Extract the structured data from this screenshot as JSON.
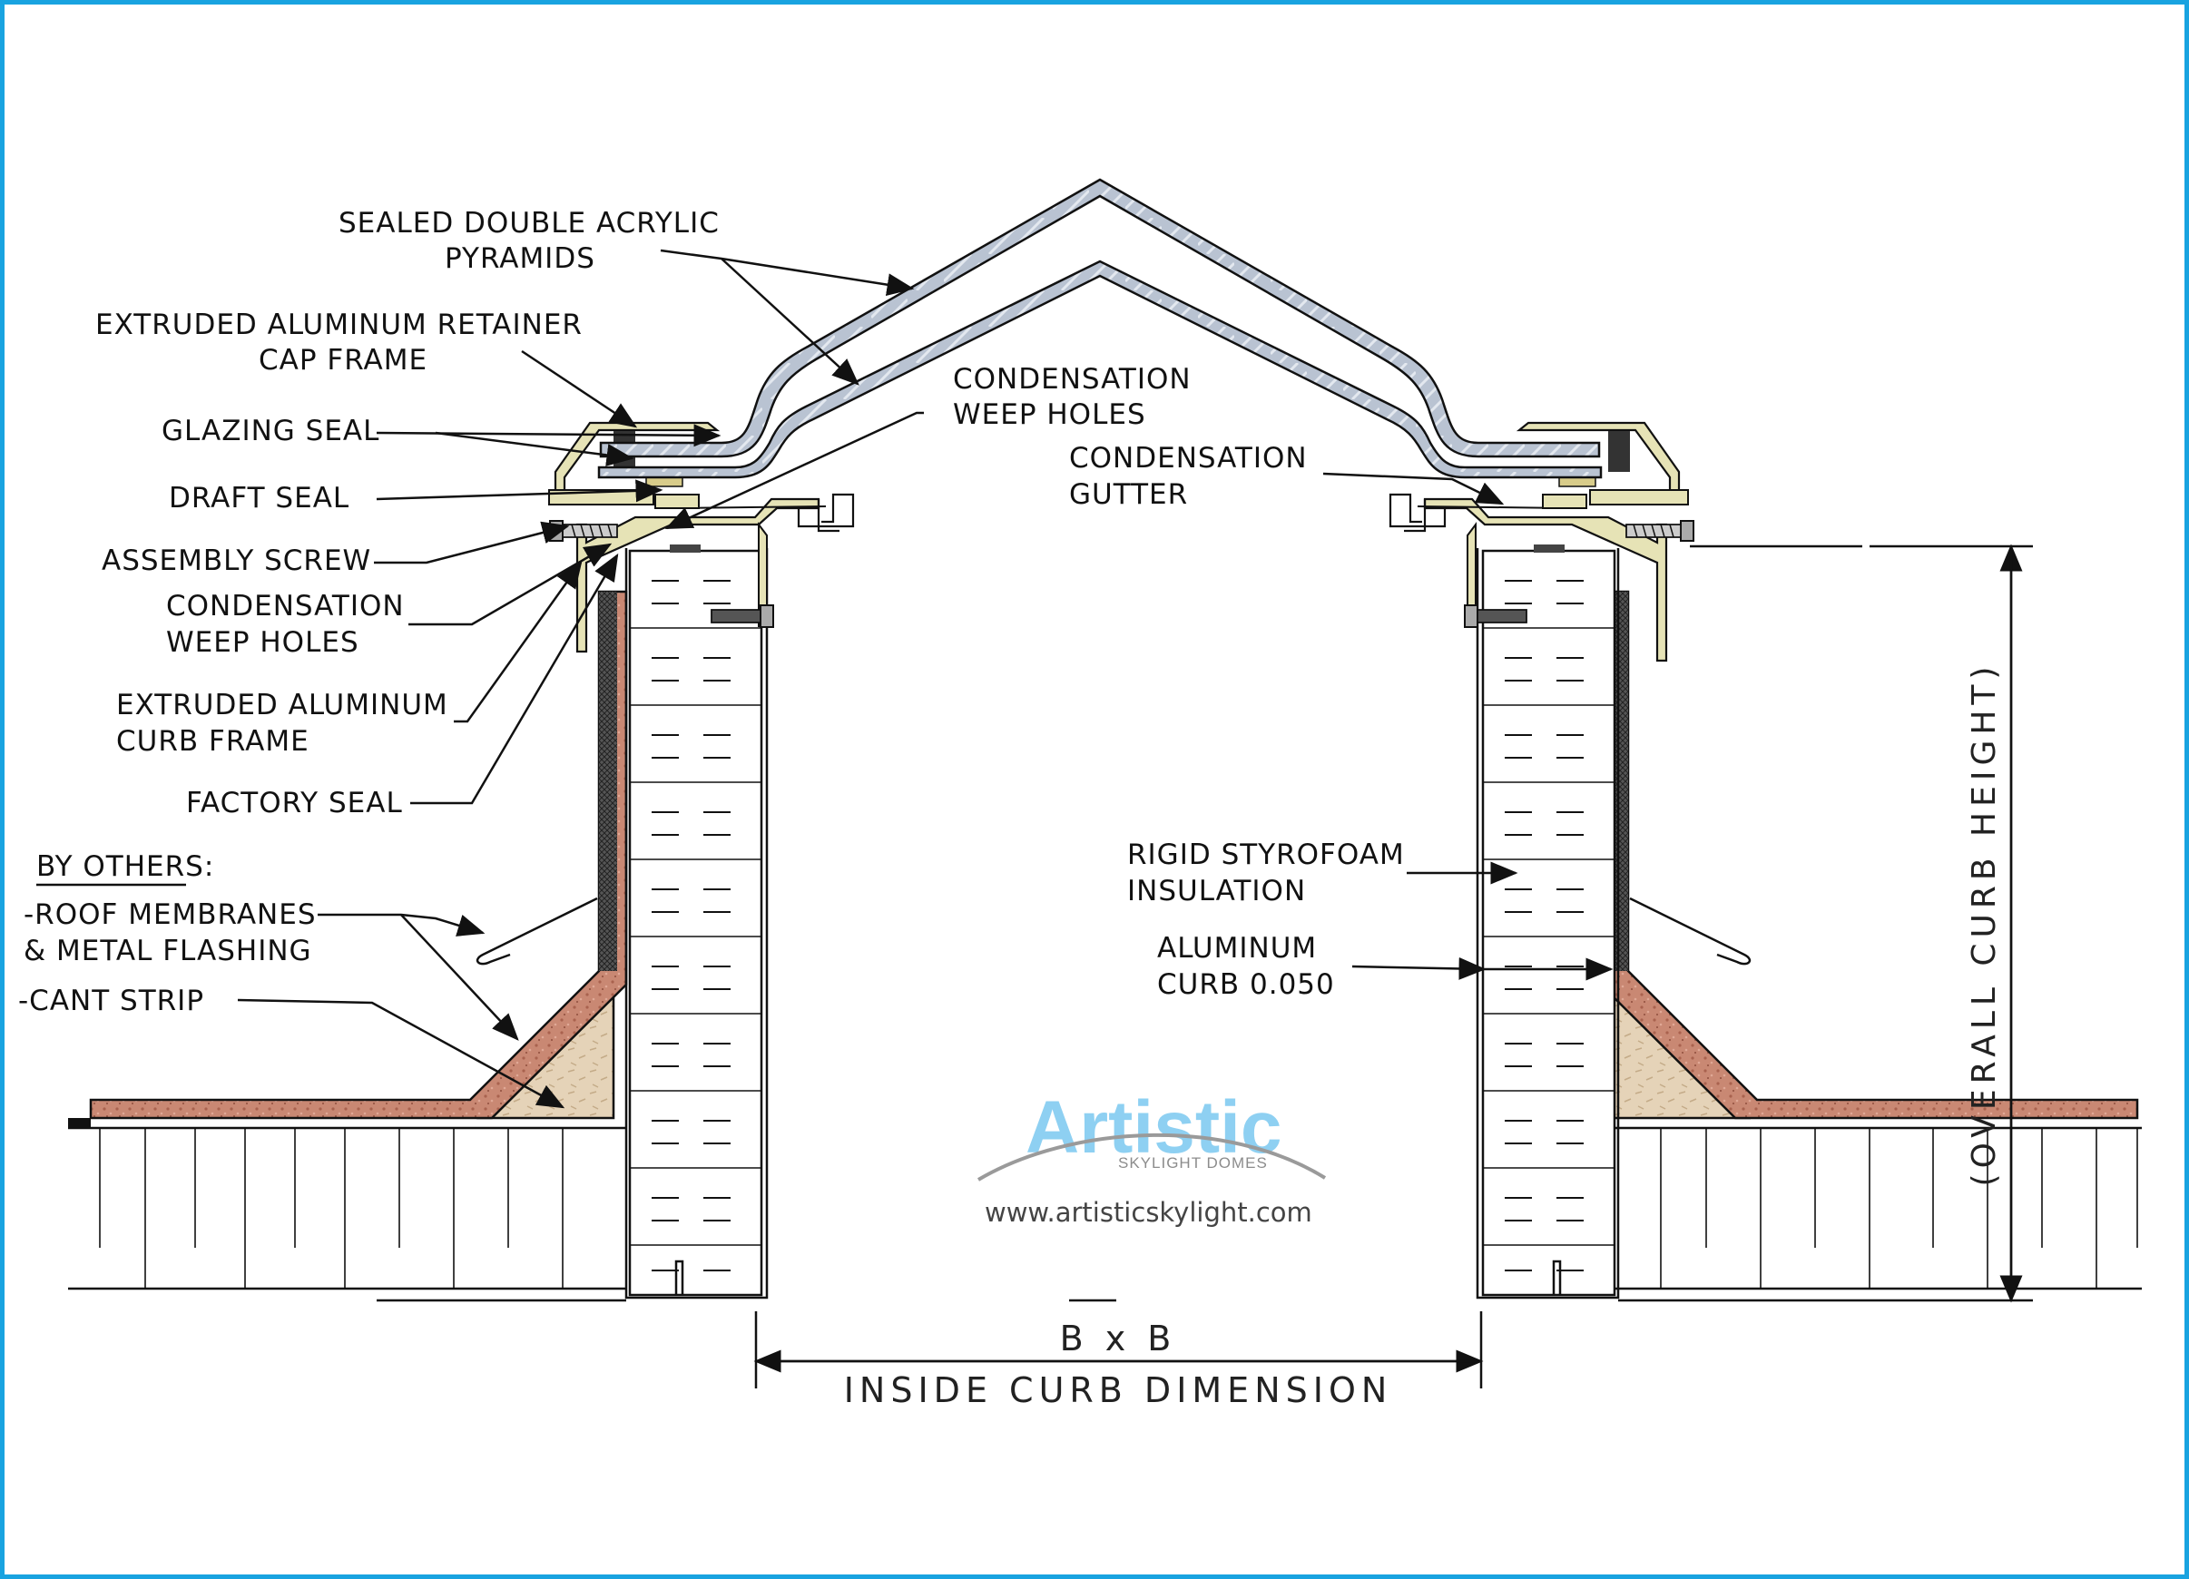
{
  "labels": {
    "pyramids_1": "SEALED DOUBLE ACRYLIC",
    "pyramids_2": "PYRAMIDS",
    "retainer_1": "EXTRUDED ALUMINUM RETAINER",
    "retainer_2": "CAP FRAME",
    "glazing_seal": "GLAZING SEAL",
    "draft_seal": "DRAFT SEAL",
    "assembly_screw": "ASSEMBLY SCREW",
    "weep_left_1": "CONDENSATION",
    "weep_left_2": "WEEP HOLES",
    "curb_frame_1": "EXTRUDED ALUMINUM",
    "curb_frame_2": "CURB FRAME",
    "factory_seal": "FACTORY SEAL",
    "by_others": "BY OTHERS:",
    "roof_membranes": "-ROOF MEMBRANES",
    "metal_flashing": "& METAL FLASHING",
    "cant_strip": "-CANT STRIP",
    "weep_top_1": "CONDENSATION",
    "weep_top_2": "WEEP HOLES",
    "gutter_1": "CONDENSATION",
    "gutter_2": "GUTTER",
    "insulation_1": "RIGID STYROFOAM",
    "insulation_2": "INSULATION",
    "curb_1": "ALUMINUM",
    "curb_2": "CURB 0.050"
  },
  "dimensions": {
    "width_value": "B x B",
    "width_caption": "INSIDE CURB DIMENSION",
    "height_caption": "(OVERALL CURB HEIGHT)"
  },
  "brand": {
    "name": "Artistic",
    "tagline": "SKYLIGHT DOMES",
    "url": "www.artisticskylight.com"
  },
  "colors": {
    "border": "#19a3e0",
    "acrylic": "#b9c3d2",
    "aluminum_frame": "#e6e3b6",
    "membrane": "#c98873",
    "cant_strip": "#e5d3b8",
    "logo": "#8ed0f2"
  }
}
